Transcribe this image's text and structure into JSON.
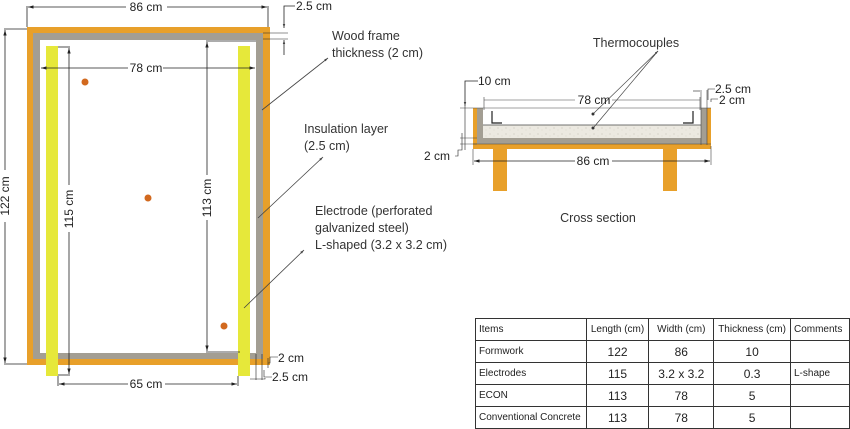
{
  "plan_view": {
    "outer_width_label": "86 cm",
    "inner_width_label": "78 cm",
    "outer_length_label": "122 cm",
    "electrode_length_label": "115 cm",
    "inner_length_label": "113 cm",
    "electrode_spacing_label": "65 cm",
    "top_frame_label": "2.5 cm",
    "bottom_frame_label": "2 cm",
    "bottom_insulation_label": "2.5 cm",
    "thermocouple_count": 3
  },
  "annotations": {
    "wood_frame_line1": "Wood frame",
    "wood_frame_line2": "thickness  (2 cm)",
    "insulation_line1": "Insulation layer",
    "insulation_line2": "(2.5 cm)",
    "electrode_line1": "Electrode (perforated",
    "electrode_line2": "galvanized steel)",
    "electrode_line3": "L-shaped (3.2 x 3.2 cm)"
  },
  "cross_section": {
    "thermocouples_label": "Thermocouples",
    "depth_label": "10 cm",
    "inner_width_label": "78 cm",
    "insulation_label": "2.5 cm",
    "frame_label": "2 cm",
    "base_label": "2 cm",
    "outer_width_label": "86 cm",
    "caption": "Cross section"
  },
  "colors": {
    "wood": "#e8a02a",
    "insulation": "#a39e93",
    "electrode": "#e6e83a",
    "thermocouple": "#d2691e",
    "concrete": "#ece9e1"
  },
  "table": {
    "headers": [
      "Items",
      "Length (cm)",
      "Width (cm)",
      "Thickness (cm)",
      "Comments"
    ],
    "rows": [
      {
        "item": "Formwork",
        "length": "122",
        "width": "86",
        "thickness": "10",
        "comment": ""
      },
      {
        "item": "Electrodes",
        "length": "115",
        "width": "3.2 x 3.2",
        "thickness": "0.3",
        "comment": "L-shape"
      },
      {
        "item": "ECON",
        "length": "113",
        "width": "78",
        "thickness": "5",
        "comment": ""
      },
      {
        "item": "Conventional Concrete",
        "length": "113",
        "width": "78",
        "thickness": "5",
        "comment": ""
      }
    ]
  }
}
